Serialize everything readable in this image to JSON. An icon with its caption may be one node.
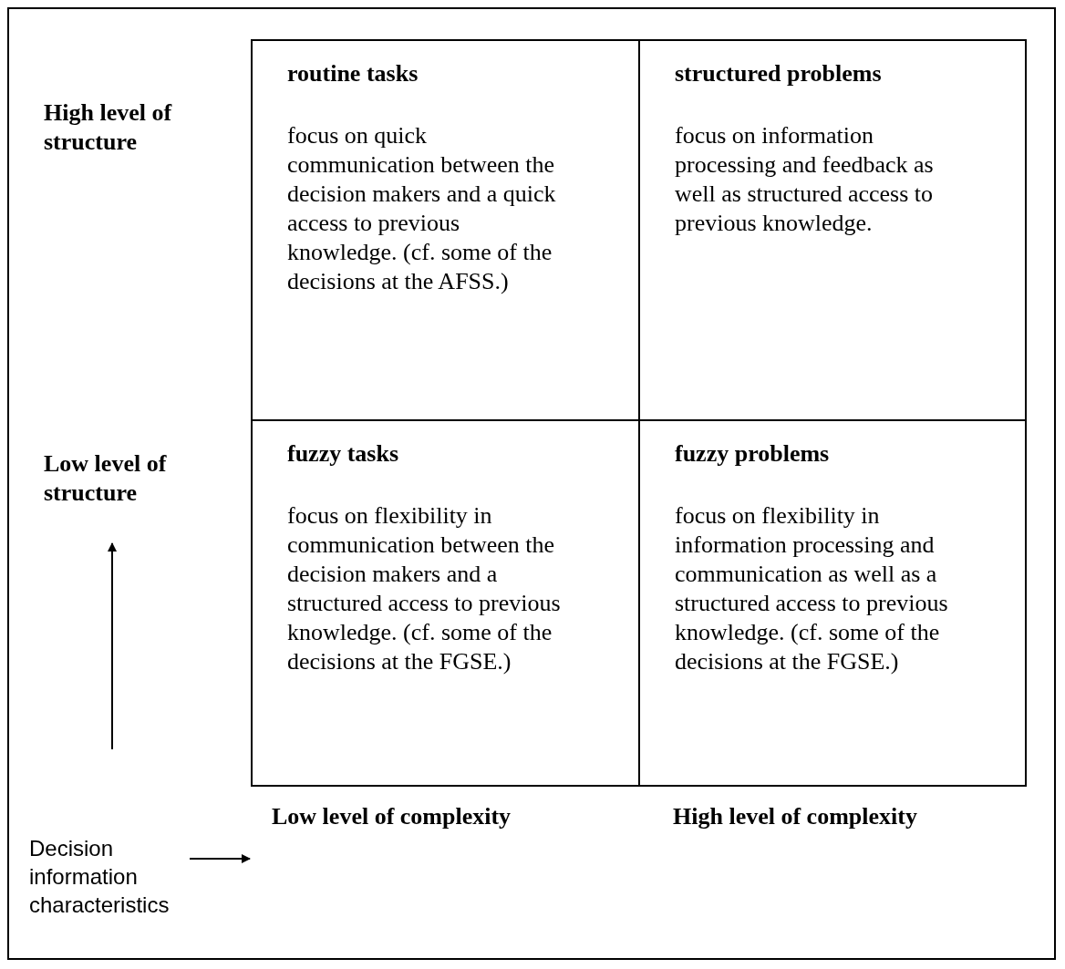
{
  "diagram": {
    "nodes": [
      {
        "text": [
          "routine tasks",
          "focus on quick communication between the decision makers and a quick access to previous knowledge. (cf. some of the decisions at the AFSS.)"
        ]
      },
      {
        "text": [
          "structured problems",
          "focus on information processing and feedback as well as structured access to previous knowledge."
        ]
      },
      {
        "text": [
          "fuzzy tasks",
          "focus on flexibility in communication between the decision makers and a structured access to previous knowledge. (cf. some of the decisions at the FGSE.)"
        ]
      },
      {
        "text": [
          "fuzzy problems",
          "focus on flexibility in information processing and communication as well as a structured access to previous knowledge. (cf. some of the decisions at the FGSE.)"
        ]
      }
    ],
    "labels": [
      "High level of structure",
      "Low level of structure",
      "Decision information characteristics",
      "Low level of complexity",
      "High level of complexity"
    ]
  }
}
